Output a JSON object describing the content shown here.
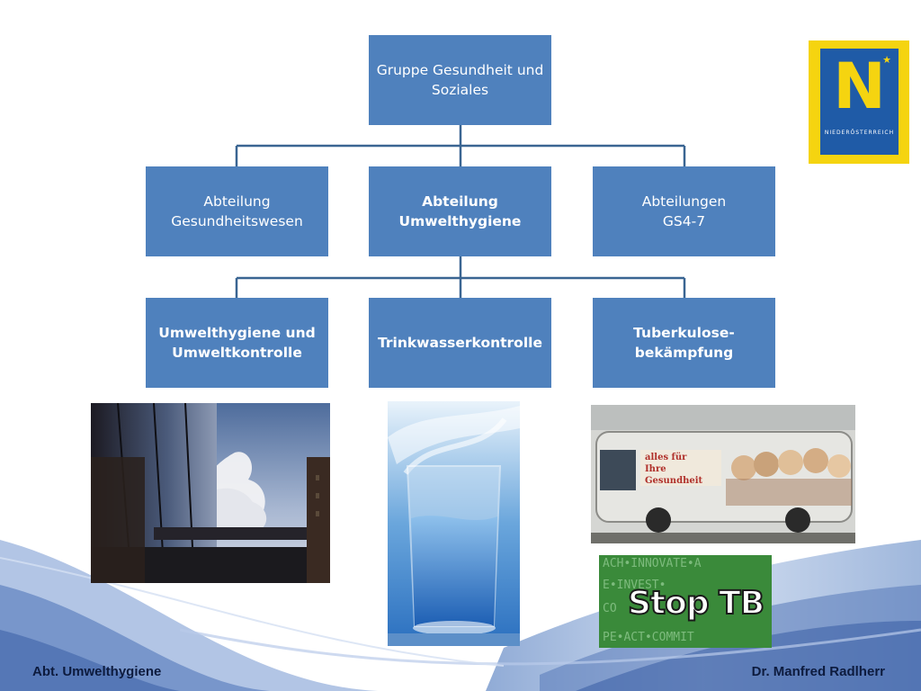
{
  "org_chart": {
    "root": {
      "label": "Gruppe Gesundheit und\nSoziales"
    },
    "departments": [
      {
        "label": "Abteilung\nGesundheitswesen"
      },
      {
        "label": "Abteilung\nUmwelthygiene"
      },
      {
        "label": "Abteilungen\nGS4-7"
      }
    ],
    "units": [
      {
        "label": "Umwelthygiene und\nUmweltkontrolle"
      },
      {
        "label": "Trinkwasserkontrolle"
      },
      {
        "label": "Tuberkulose-\nbekämpfung"
      }
    ]
  },
  "images": {
    "bus_text": "alles für\nIhre Gesundheit",
    "stop_tb_text": "Stop TB",
    "stop_tb_pattern_rows": [
      "ACH•INNOVATE•A",
      "E•INVEST•",
      "CO",
      "PE•ACT•COMMIT"
    ],
    "logo_letter": "N",
    "logo_caption": "NIEDERÖSTERREICH"
  },
  "footer": {
    "left": "Abt. Umwelthygiene",
    "right": "Dr. Manfred Radlherr"
  },
  "colors": {
    "node_fill": "#4f81bd",
    "connector": "#3a6592",
    "logo_yellow": "#f5d410",
    "logo_blue": "#1f5ba7"
  }
}
